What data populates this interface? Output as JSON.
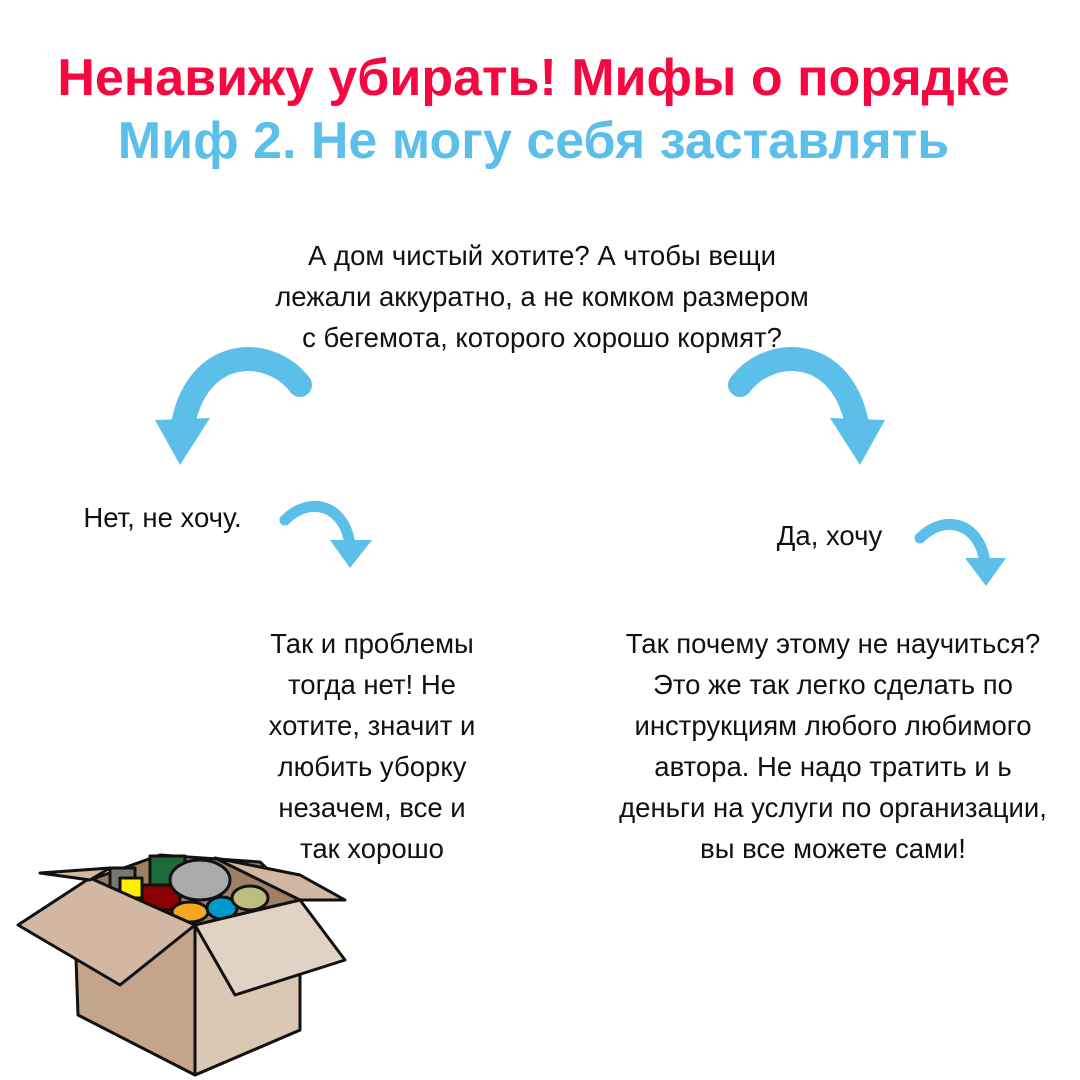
{
  "header": {
    "title": "Ненавижу убирать! Мифы о порядке",
    "subtitle": "Миф 2. Не могу себя заставлять"
  },
  "question": {
    "lines": [
      "А дом чистый хотите? А чтобы вещи",
      "лежали аккуратно, а не комком размером",
      "с бегемота, которого хорошо кормят?"
    ]
  },
  "left_branch": {
    "answer": "Нет, не хочу.",
    "lines": [
      "Так и проблемы",
      "тогда нет! Не",
      "хотите, значит и",
      "любить уборку",
      "незачем, все и",
      "так хорошо"
    ]
  },
  "right_branch": {
    "answer": "Да, хочу",
    "lines": [
      "Так почему этому не научиться?",
      "Это же так легко сделать по",
      "инструкциям любого любимого",
      "автора. Не надо тратить и ь",
      "деньги на услуги по организации,",
      "вы все можете сами!"
    ]
  },
  "colors": {
    "title": "#f5073f",
    "subtitle": "#5bbfea",
    "arrow": "#5bbfea"
  }
}
